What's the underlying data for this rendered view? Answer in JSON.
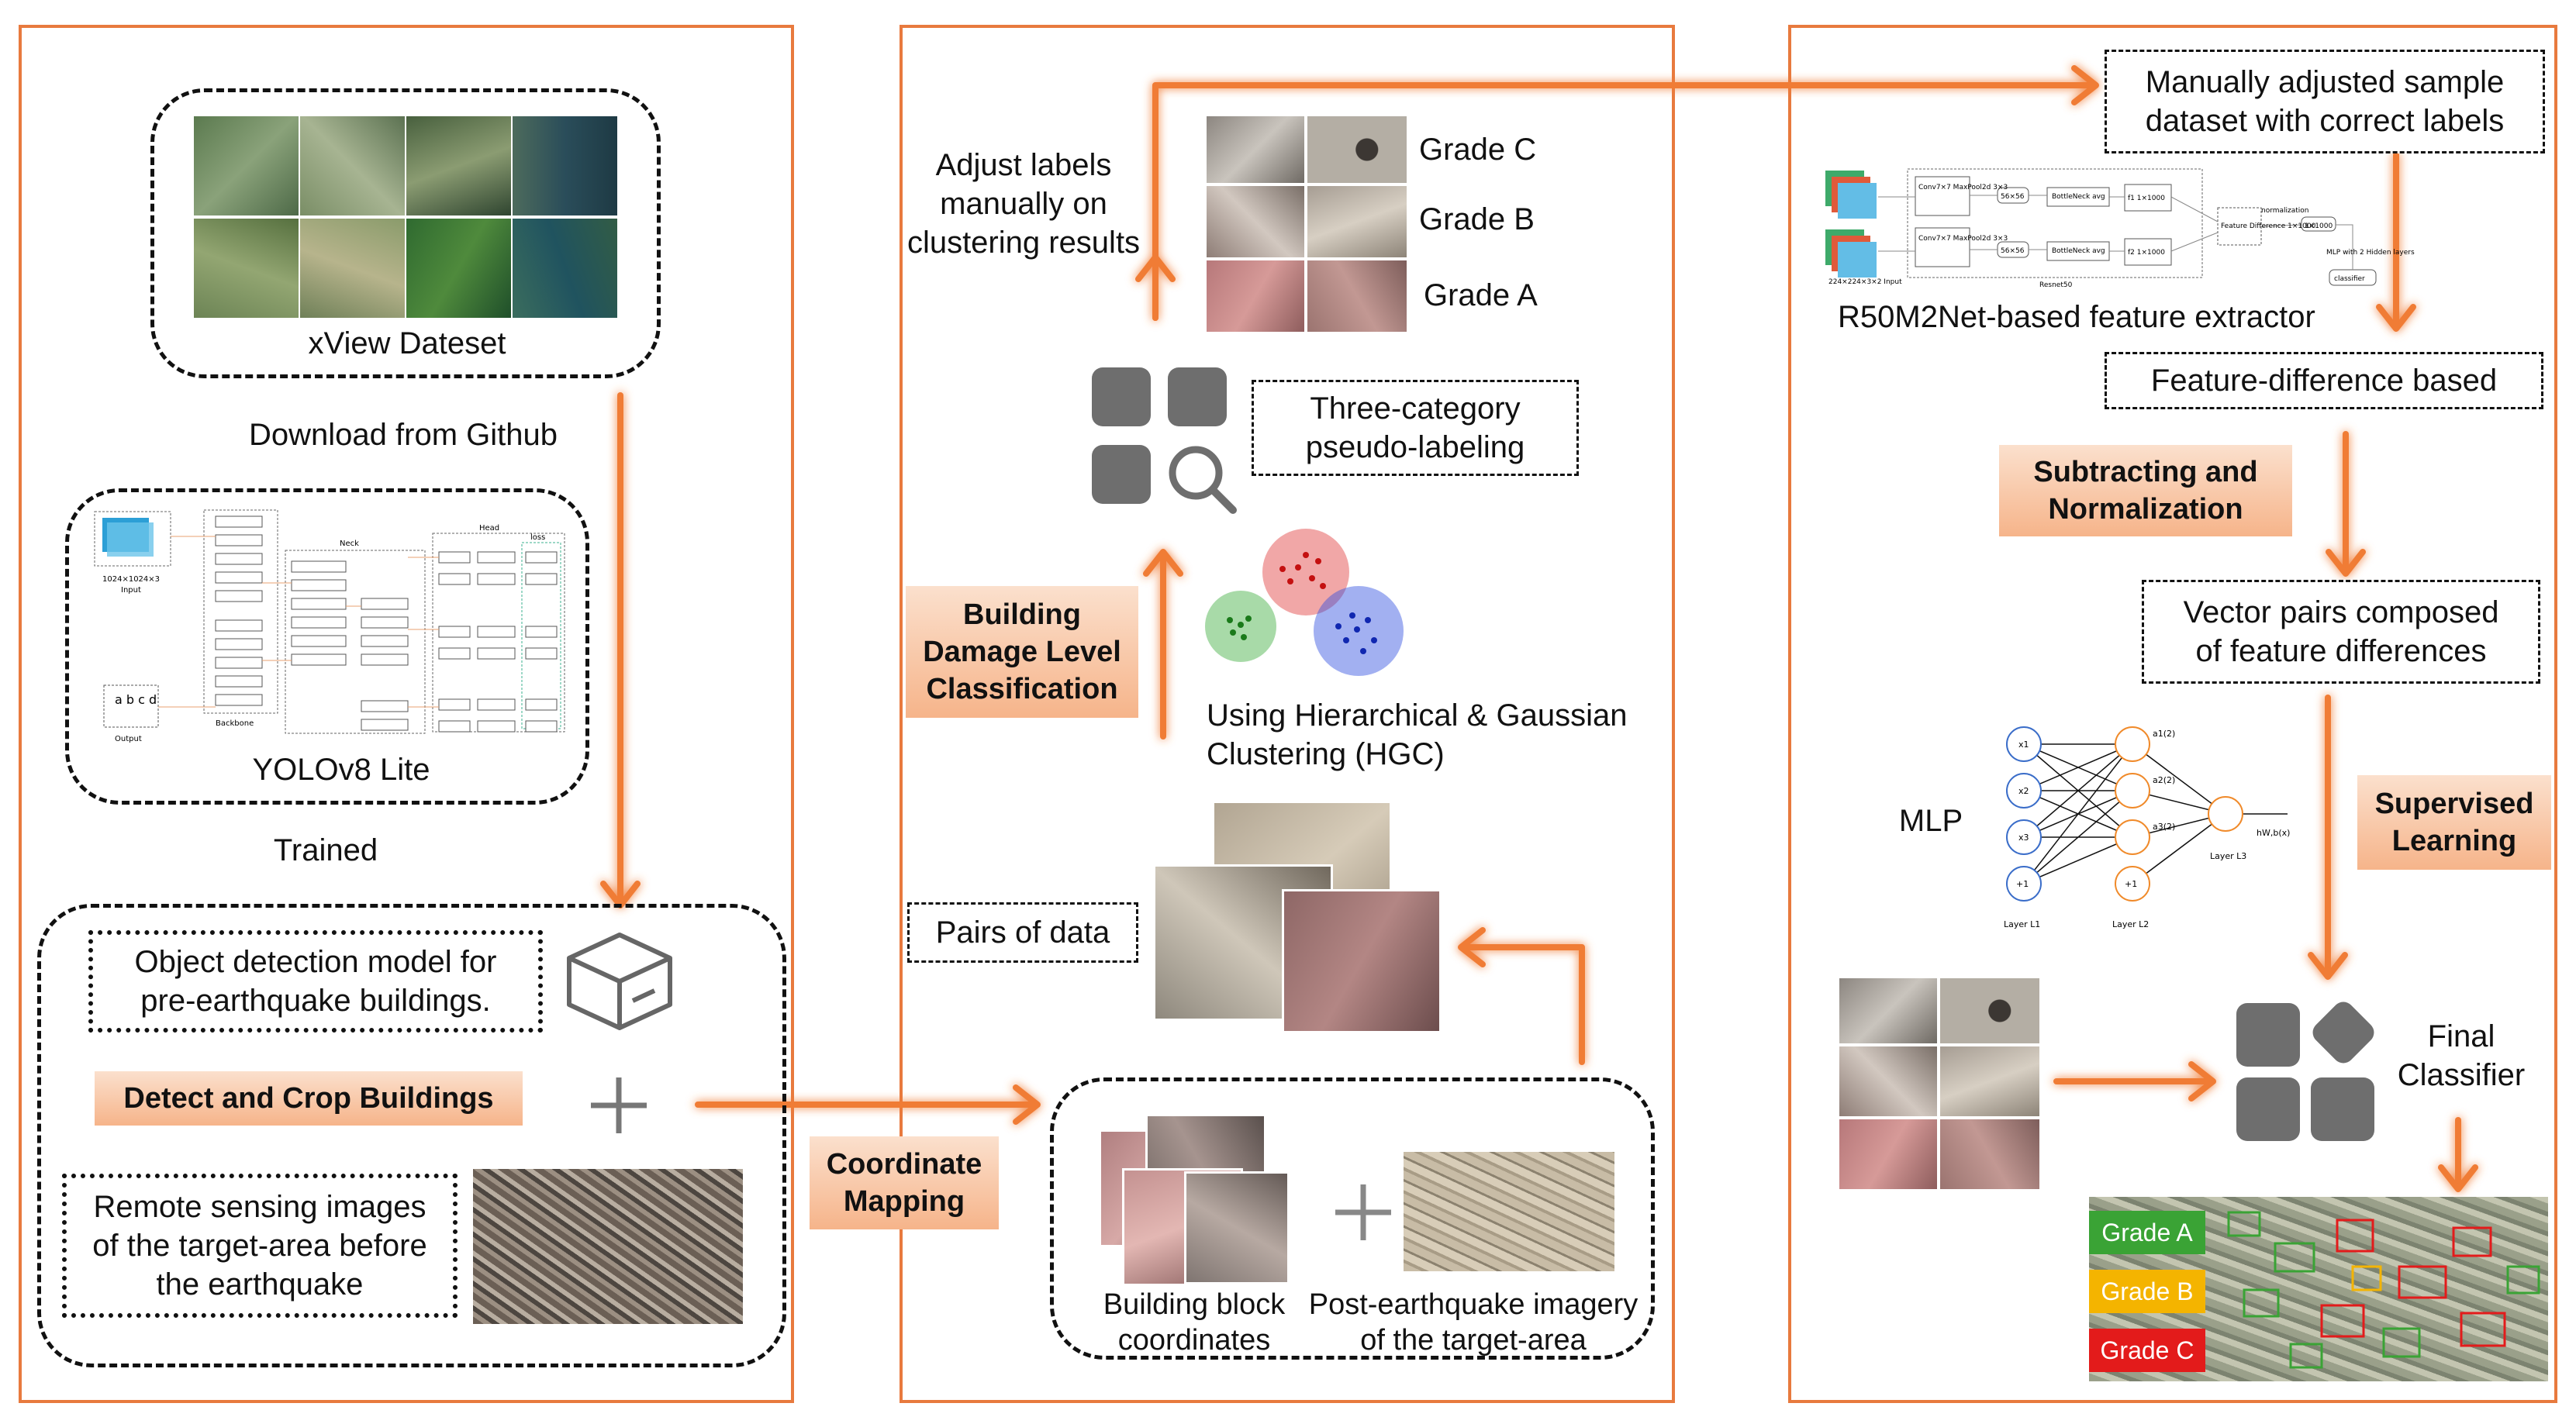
{
  "left": {
    "xview_caption": "xView Dateset",
    "download": "Download from Github",
    "yolo_caption": "YOLOv8 Lite",
    "trained": "Trained",
    "detector_box": "Object detection model for\npre-earthquake buildings.",
    "detect_label": "Detect and Crop Buildings",
    "rs_box": "Remote sensing images\nof the target-area before\nthe earthquake",
    "yolo_parts": {
      "input_dims": "1024×1024×3",
      "input": "Input",
      "backbone": "Backbone",
      "neck": "Neck",
      "head": "Head",
      "loss": "loss",
      "output": "Output",
      "output_letters": "a b\nc d"
    }
  },
  "middle": {
    "adjust": "Adjust labels\nmanually on\nclustering results",
    "grades": [
      "Grade C",
      "Grade B",
      "Grade A"
    ],
    "pseudo": "Three-category\npseudo-labeling",
    "bdlc_label": "Building\nDamage Level\nClassification",
    "hgc": "Using Hierarchical & Gaussian\nClustering (HGC)",
    "pairs": "Pairs of data",
    "coord_label": "Coordinate\nMapping",
    "block_coords": "Building block\ncoordinates",
    "post_quake": "Post-earthquake imagery\nof the target-area"
  },
  "right": {
    "manual_dataset": "Manually adjusted sample\ndataset with correct labels",
    "extractor": "R50M2Net-based feature extractor",
    "feature_diff": "Feature-difference based",
    "subtract_label": "Subtracting and\nNormalization",
    "vector_pairs": "Vector pairs composed\nof feature differences",
    "mlp": "MLP",
    "supervised_label": "Supervised\nLearning",
    "final": "Final\nClassifier",
    "legend": [
      {
        "label": "Grade A",
        "color": "#3aa335"
      },
      {
        "label": "Grade B",
        "color": "#f4b400"
      },
      {
        "label": "Grade C",
        "color": "#e31b1b"
      }
    ],
    "extractor_parts": {
      "input": "224×224×3×2\nInput",
      "conv_a": "Conv7×7\nMaxPool2d\n3×3",
      "conv_b": "Conv7×7\nMaxPool2d\n3×3",
      "dims_a": "56×56",
      "dims_b": "56×56",
      "bottleneck_a": "BottleNeck\navg",
      "bottleneck_b": "BottleNeck\navg",
      "vec_a": "f1\n1×1000",
      "vec_b": "f2\n1×1000",
      "resnet": "Resnet50",
      "difference": "Feature\nDifference\n1×1000",
      "normalization": "normalization",
      "normalized_vec": "1×1000",
      "mlp_note": "MLP with\n2 Hidden layers",
      "classifier": "classifier"
    },
    "mlp_parts": {
      "inputs": [
        "x1",
        "x2",
        "x3",
        "+1"
      ],
      "hidden": [
        "a1(2)",
        "a2(2)",
        "a3(2)",
        "+1"
      ],
      "output": "hW,b(x)",
      "layer_in": "Layer L1",
      "layer_hidden": "Layer L2",
      "layer_out": "Layer L3"
    }
  },
  "colors": {
    "accent": "#e87a3e",
    "label_gradient_top": "#fbe0cd",
    "label_gradient_bottom": "#f6b48a",
    "icon_gray": "#6e6e6e"
  }
}
